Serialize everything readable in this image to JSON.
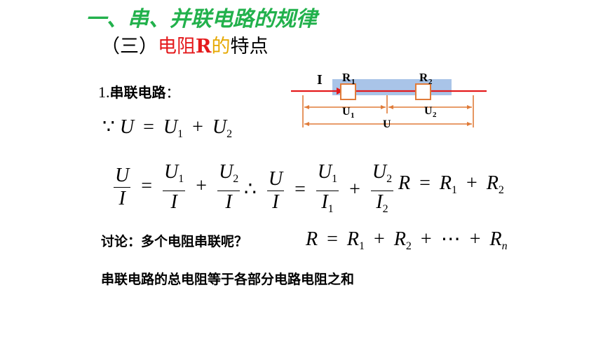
{
  "title": "一、串、并联电路的规律",
  "subtitle": {
    "prefix": "（三）",
    "word_red": "电阻",
    "symbol": "R",
    "particle": "的",
    "suffix": "特点"
  },
  "section": {
    "number": "1.",
    "name": "串联电路",
    "colon": "："
  },
  "diagram": {
    "current_label": "I",
    "r1_label": "R",
    "r1_sub": "1",
    "r2_label": "R",
    "r2_sub": "2",
    "u1_label": "U",
    "u1_sub": "1",
    "u2_label": "U",
    "u2_sub": "2",
    "u_label": "U",
    "colors": {
      "wire": "#e41a1c",
      "band": "#a9c4e8",
      "resistor": "#e07b39",
      "dims": "#e07b39"
    }
  },
  "eq1": {
    "because": "∵",
    "lhs": "U",
    "eq": "=",
    "t1": "U",
    "t1_sub": "1",
    "plus": "+",
    "t2": "U",
    "t2_sub": "2"
  },
  "eq2": {
    "n0": "U",
    "d0": "I",
    "eq": "=",
    "n1": "U",
    "n1_sub": "1",
    "d1": "I",
    "plus": "+",
    "n2": "U",
    "n2_sub": "2",
    "d2": "I"
  },
  "eq3": {
    "therefore": "∴",
    "n0": "U",
    "d0": "I",
    "eq": "=",
    "n1": "U",
    "n1_sub": "1",
    "d1": "I",
    "d1_sub": "1",
    "plus": "+",
    "n2": "U",
    "n2_sub": "2",
    "d2": "I",
    "d2_sub": "2"
  },
  "eq4": {
    "lhs": "R",
    "eq": "=",
    "t1": "R",
    "t1_sub": "1",
    "plus": "+",
    "t2": "R",
    "t2_sub": "2"
  },
  "discussion": {
    "question": "讨论：多个电阻串联呢？",
    "lhs": "R",
    "eq": "=",
    "t1": "R",
    "t1_sub": "1",
    "plus1": "+",
    "t2": "R",
    "t2_sub": "2",
    "plus2": "+",
    "dots": "⋯",
    "plus3": "+",
    "tn": "R",
    "tn_sub": "n"
  },
  "conclusion": "串联电路的总电阻等于各部分电路电阻之和"
}
